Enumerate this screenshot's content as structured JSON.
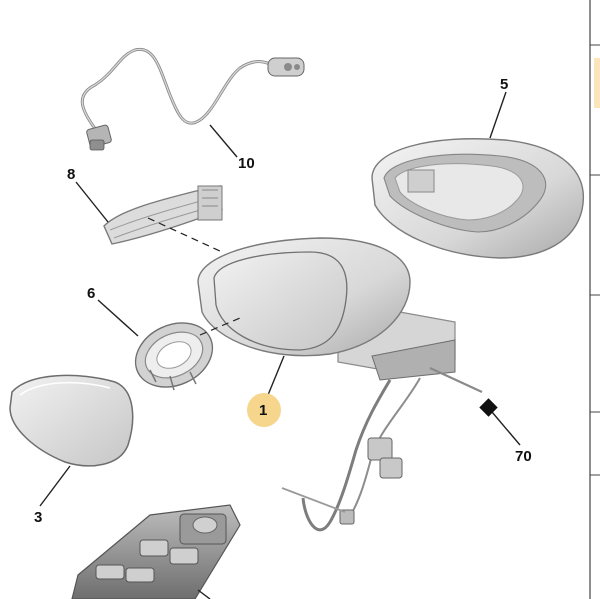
{
  "diagram": {
    "callouts": {
      "c1": "1",
      "c3": "3",
      "c5": "5",
      "c6": "6",
      "c8": "8",
      "c10": "10",
      "c70": "70"
    },
    "highlight_color": "#f6d58c"
  }
}
